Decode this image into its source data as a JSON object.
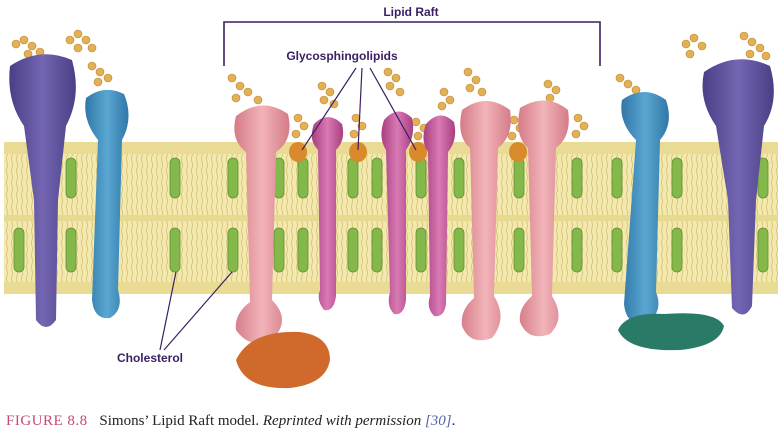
{
  "figure": {
    "labels": {
      "raft": "Lipid Raft",
      "glyco": "Glycosphingolipids",
      "chol": "Cholesterol"
    },
    "colors": {
      "bilayer": "#f1e6a6",
      "lipid_tail": "#e1cf84",
      "cholesterol": "#84b84a",
      "sugar": "#e3b055",
      "purple_protein": "#6a5aa3",
      "blue_protein": "#3f8cbc",
      "pink_protein": "#e79ba3",
      "magenta_protein": "#c8569a",
      "orange_protein": "#cf6a2c",
      "teal_protein": "#2a7a68",
      "label": "#3a1f63"
    }
  },
  "caption": {
    "label": "FIGURE 8.8",
    "text": "Simons’ Lipid Raft model.",
    "italic": "Reprinted with permission",
    "ref": "[30]",
    "end": "."
  }
}
